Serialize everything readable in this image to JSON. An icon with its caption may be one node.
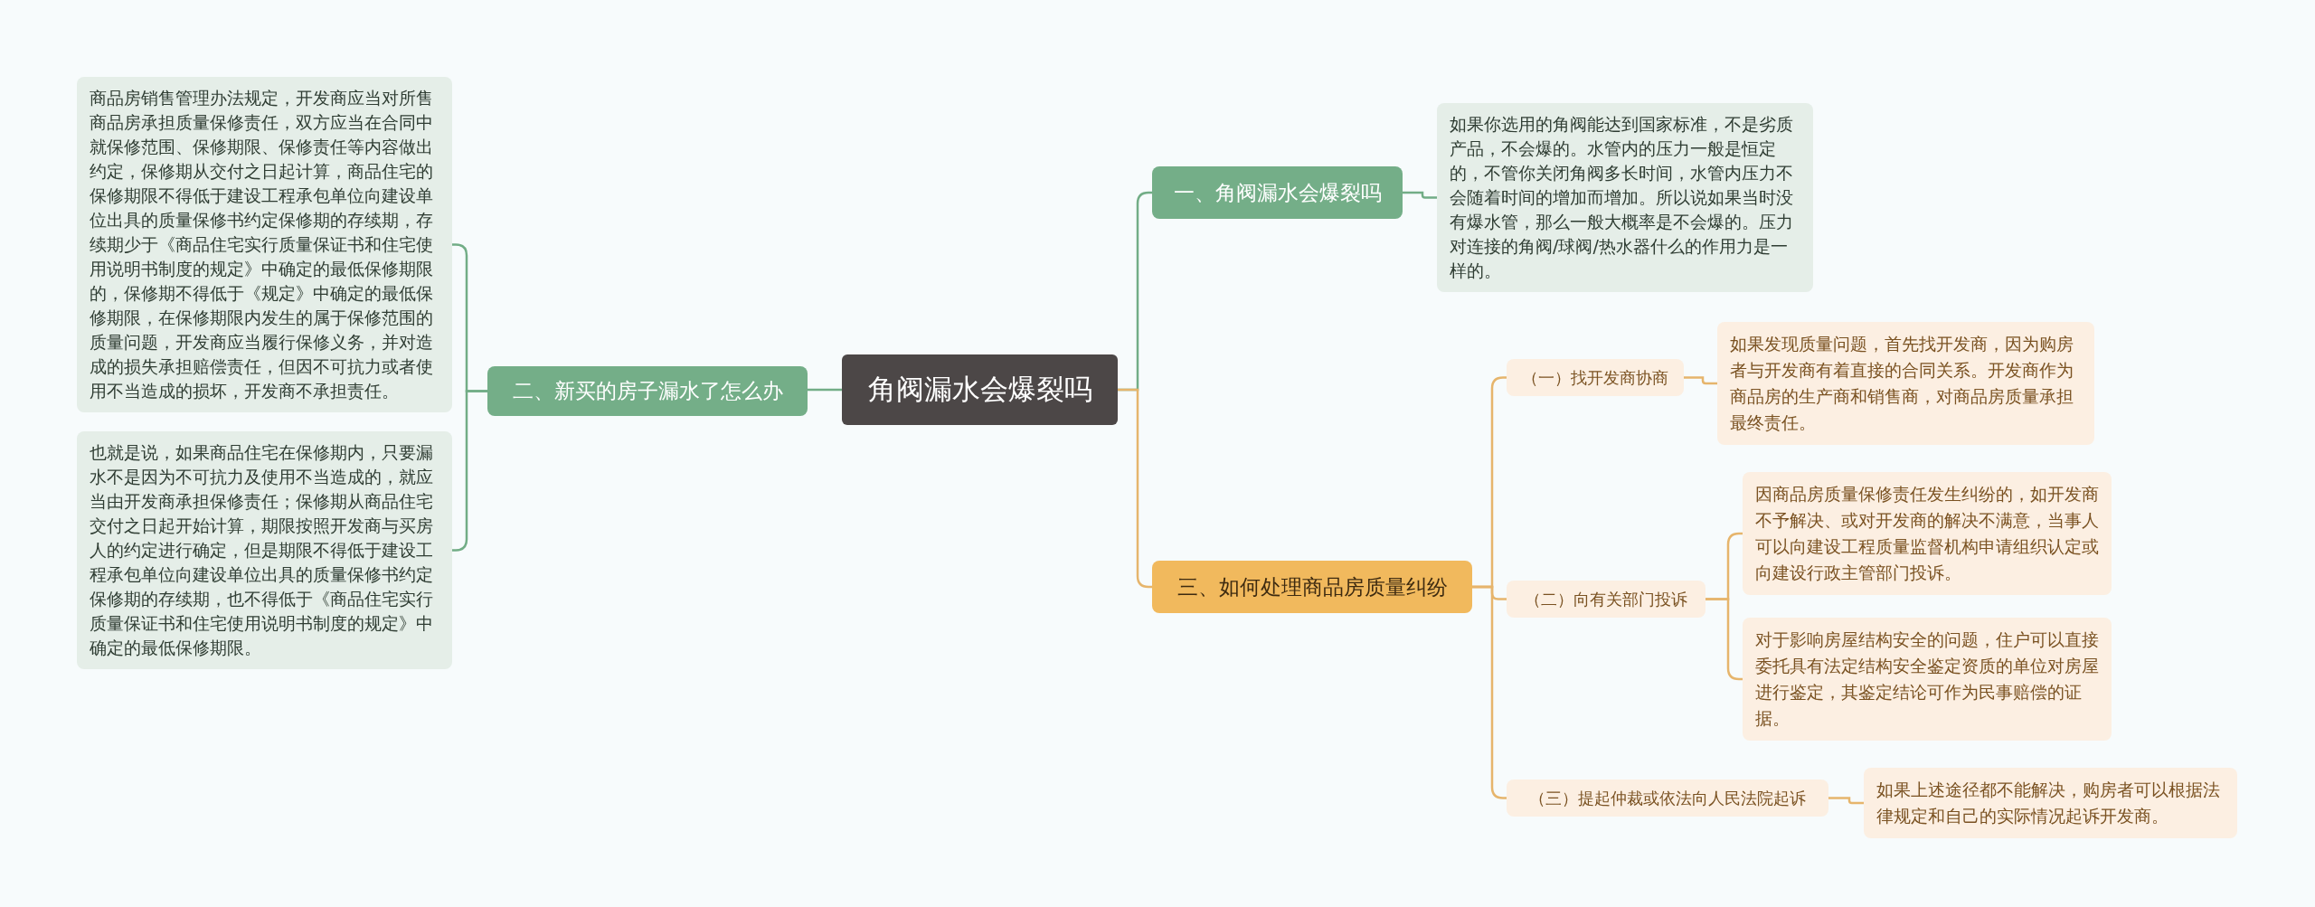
{
  "diagram": {
    "nodes": [
      {
        "text": [
          "角阀漏水会爆裂吗"
        ]
      },
      {
        "text": [
          "一、角阀漏水会爆裂吗"
        ]
      },
      {
        "text": [
          "如果你选用的角阀能达到国家标准，不是劣质产品，不会爆的。水管内的压力一般是恒定的，不管你关闭角阀多长时间，水管内压力不会随着时间的增加而增加。所以说如果当时没有爆水管，那么一般大概率是不会爆的。压力对连接的角阀/球阀/热水器什么的作用力是一样的。"
        ]
      },
      {
        "text": [
          "二、新买的房子漏水了怎么办"
        ]
      },
      {
        "text": [
          "商品房销售管理办法规定，开发商应当对所售商品房承担质量保修责任，双方应当在合同中就保修范围、保修期限、保修责任等内容做出约定，保修期从交付之日起计算，商品住宅的保修期限不得低于建设工程承包单位向建设单位出具的质量保修书约定保修期的存续期，存续期少于《商品住宅实行质量保证书和住宅使用说明书制度的规定》中确定的最低保修期限的，保修期不得低于《规定》中确定的最低保修期限，在保修期限内发生的属于保修范围的质量问题，开发商应当履行保修义务，并对造成的损失承担赔偿责任，但因不可抗力或者使用不当造成的损坏，开发商不承担责任。"
        ]
      },
      {
        "text": [
          "也就是说，如果商品住宅在保修期内，只要漏水不是因为不可抗力及使用不当造成的，就应当由开发商承担保修责任；保修期从商品住宅交付之日起开始计算，期限按照开发商与买房人的约定进行确定，但是期限不得低于建设工程承包单位向建设单位出具的质量保修书约定保修期的存续期，也不得低于《商品住宅实行质量保证书和住宅使用说明书制度的规定》中确定的最低保修期限。"
        ]
      },
      {
        "text": [
          "三、如何处理商品房质量纠纷"
        ]
      },
      {
        "text": [
          "（一）找开发商协商"
        ]
      },
      {
        "text": [
          "如果发现质量问题，首先找开发商，因为购房者与开发商有着直接的合同关系。开发商作为商品房的生产商和销售商，对商品房质量承担最终责任。"
        ]
      },
      {
        "text": [
          "（二）向有关部门投诉"
        ]
      },
      {
        "text": [
          "因商品房质量保修责任发生纠纷的，如开发商不予解决、或对开发商的解决不满意，当事人可以向建设工程质量监督机构申请组织认定或向建设行政主管部门投诉。"
        ]
      },
      {
        "text": [
          "对于影响房屋结构安全的问题，住户可以直接委托具有法定结构安全鉴定资质的单位对房屋进行鉴定，其鉴定结论可作为民事赔偿的证据。"
        ]
      },
      {
        "text": [
          "（三）提起仲裁或依法向人民法院起诉"
        ]
      },
      {
        "text": [
          "如果上述途径都不能解决，购房者可以根据法律规定和自己的实际情况起诉开发商。"
        ]
      }
    ],
    "edges": [
      {
        "from": 0,
        "to": 1,
        "arrow": "none",
        "color": "#72ad86"
      },
      {
        "from": 1,
        "to": 2,
        "arrow": "none",
        "color": "#72ad86"
      },
      {
        "from": 0,
        "to": 3,
        "arrow": "none",
        "color": "#72ad86"
      },
      {
        "from": 3,
        "to": 4,
        "arrow": "none",
        "color": "#72ad86"
      },
      {
        "from": 3,
        "to": 5,
        "arrow": "none",
        "color": "#72ad86"
      },
      {
        "from": 0,
        "to": 6,
        "arrow": "none"
      },
      {
        "from": 6,
        "to": 7,
        "arrow": "none"
      },
      {
        "from": 7,
        "to": 8,
        "arrow": "none"
      },
      {
        "from": 6,
        "to": 9,
        "arrow": "none"
      },
      {
        "from": 9,
        "to": 10,
        "arrow": "none"
      },
      {
        "from": 9,
        "to": 11,
        "arrow": "none"
      },
      {
        "from": 6,
        "to": 12,
        "arrow": "none"
      },
      {
        "from": 12,
        "to": 13,
        "arrow": "none"
      }
    ]
  }
}
